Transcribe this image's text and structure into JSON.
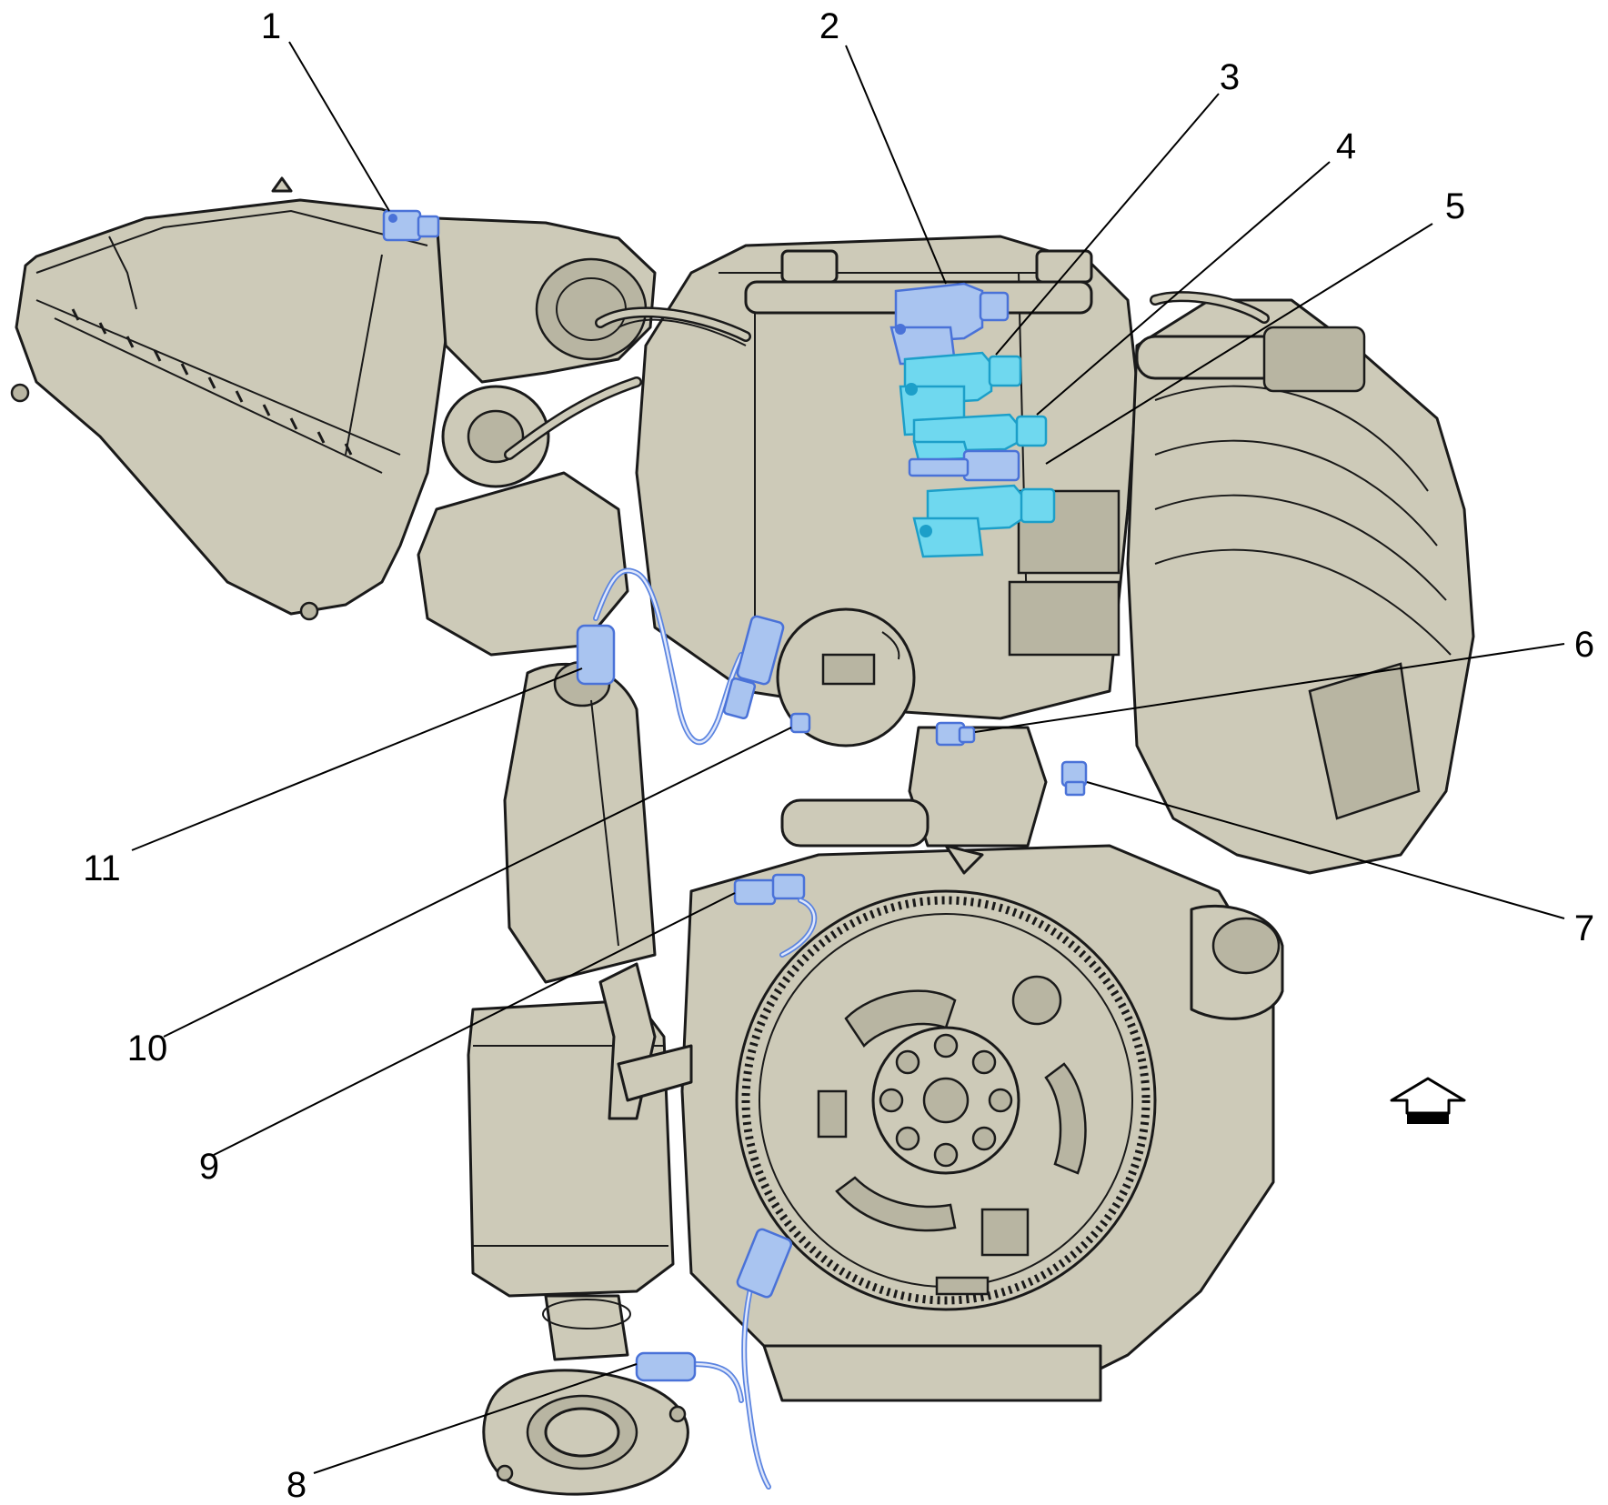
{
  "callouts": [
    {
      "id": "1",
      "label": "1"
    },
    {
      "id": "2",
      "label": "2"
    },
    {
      "id": "3",
      "label": "3"
    },
    {
      "id": "4",
      "label": "4"
    },
    {
      "id": "5",
      "label": "5"
    },
    {
      "id": "6",
      "label": "6"
    },
    {
      "id": "7",
      "label": "7"
    },
    {
      "id": "8",
      "label": "8"
    },
    {
      "id": "9",
      "label": "9"
    },
    {
      "id": "10",
      "label": "10"
    },
    {
      "id": "11",
      "label": "11"
    }
  ],
  "icons": {
    "orientation": "front-arrow-icon"
  },
  "colors": {
    "engine_fill": "#cdcab8",
    "highlight_blue": "#a9c4f0",
    "highlight_cyan": "#6fd8ef",
    "outline": "#1a1a1a"
  }
}
